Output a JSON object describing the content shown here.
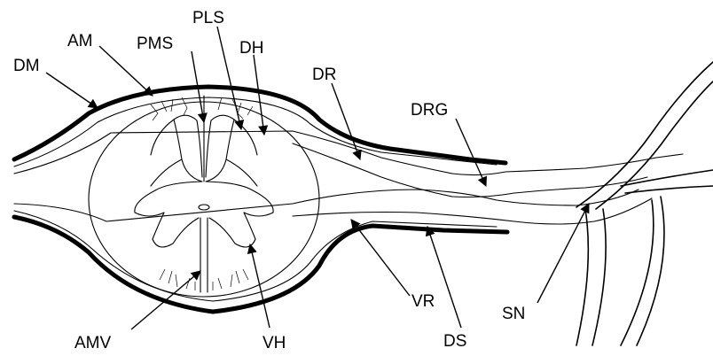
{
  "labels": {
    "am": "AM",
    "pms": "PMS",
    "pls": "PLS",
    "dh": "DH",
    "dm": "DM",
    "dr": "DR",
    "drg": "DRG",
    "amv": "AMV",
    "vh": "VH",
    "vr": "VR",
    "ds": "DS",
    "sn": "SN"
  }
}
